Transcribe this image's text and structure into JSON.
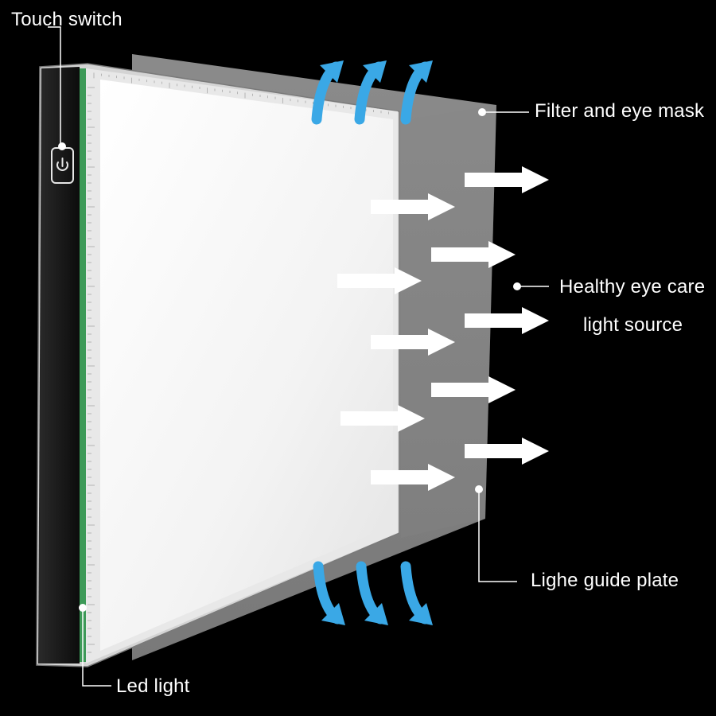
{
  "labels": {
    "touch_switch": "Touch switch",
    "filter_mask": "Filter and eye mask",
    "eye_care_line1": "Healthy eye care",
    "eye_care_line2": "light source",
    "guide_plate": "Lighe guide plate",
    "led_light": "Led light"
  },
  "icons": {
    "power": "power-icon",
    "light_arrow": "right-arrow-icon",
    "airflow_arrow": "curved-arrow-icon"
  },
  "colors": {
    "background": "#000000",
    "text": "#ffffff",
    "curved_arrow": "#3aa8e6",
    "led_strip": "#3d9a58"
  }
}
